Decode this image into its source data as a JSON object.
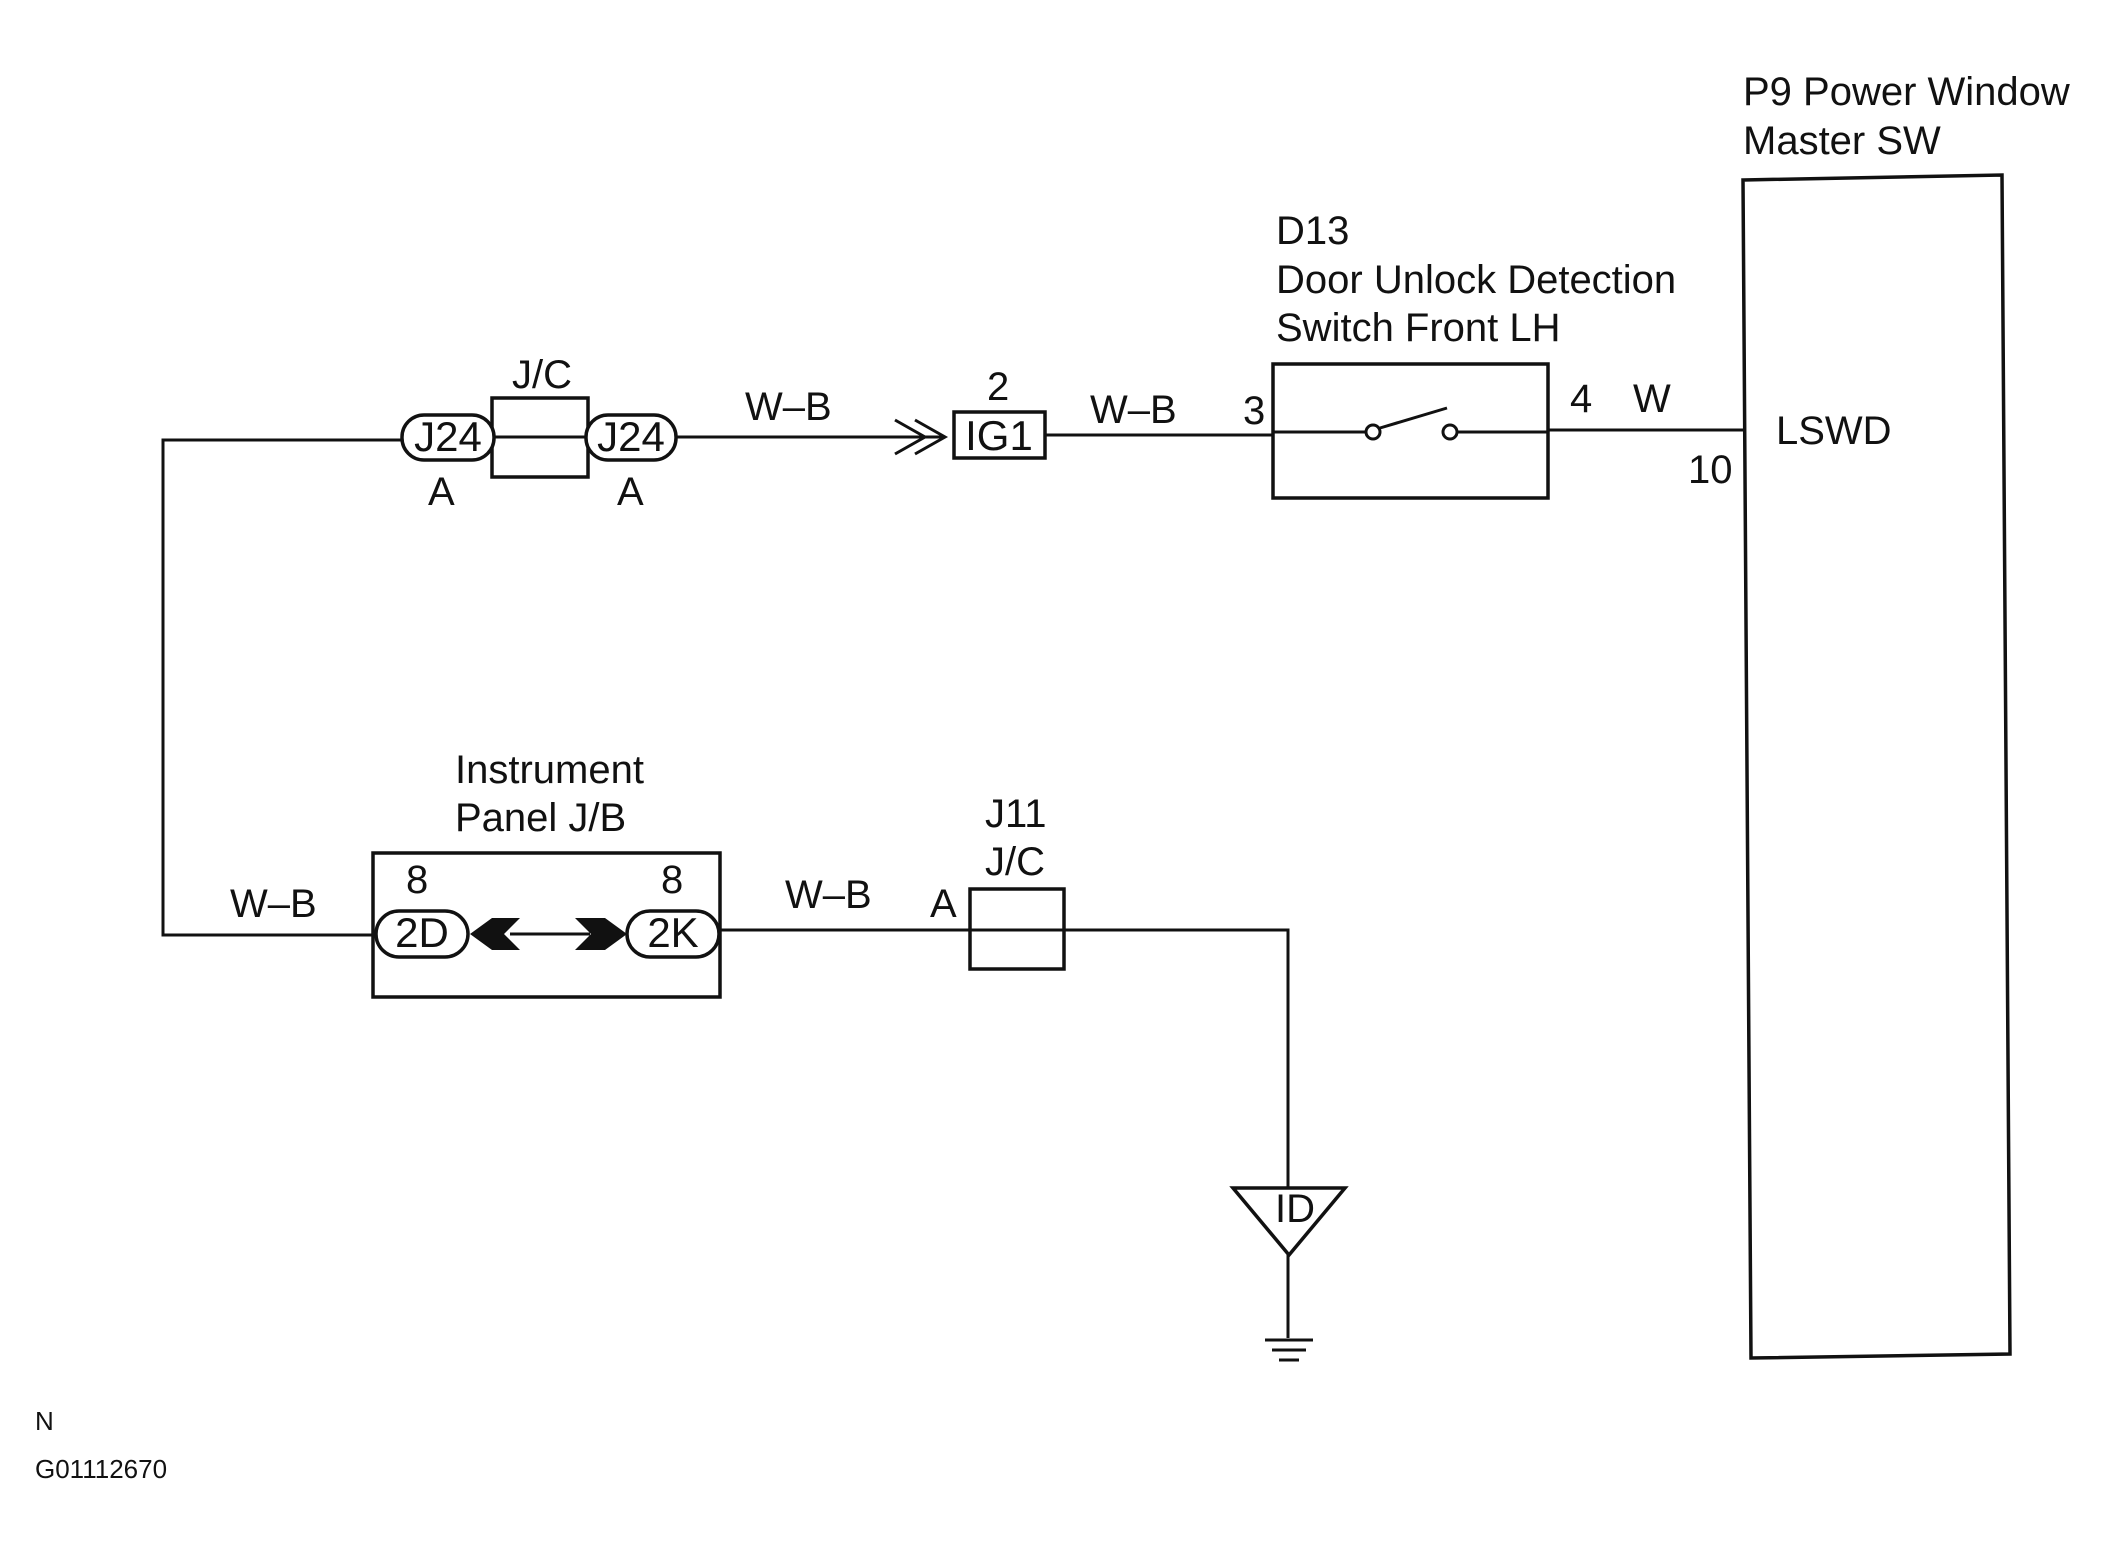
{
  "components": {
    "power_window_master": {
      "title_line1": "P9 Power Window",
      "title_line2": "Master SW",
      "terminal_name": "LSWD",
      "pin": "10"
    },
    "door_unlock_switch": {
      "code": "D13",
      "title_line1": "Door Unlock Detection",
      "title_line2": "Switch Front LH",
      "pin_in": "3",
      "pin_out": "4"
    },
    "junction_top": {
      "label": "J/C",
      "left_connector": "J24",
      "right_connector": "J24",
      "left_pin": "A",
      "right_pin": "A"
    },
    "ig1_connector": {
      "label": "IG1",
      "pin": "2"
    },
    "instrument_panel_jb": {
      "title_line1": "Instrument",
      "title_line2": "Panel J/B",
      "left_connector": "2D",
      "right_connector": "2K",
      "left_pin": "8",
      "right_pin": "8"
    },
    "junction_j11": {
      "code": "J11",
      "label": "J/C",
      "pin": "A"
    },
    "ground": {
      "label": "ID"
    }
  },
  "wires": {
    "jc_to_ig1": "W–B",
    "ig1_to_switch": "W–B",
    "switch_to_master": "W",
    "left_vertical": "W–B",
    "jb_to_j11": "W–B"
  },
  "footer": {
    "code_letter": "N",
    "figure_id": "G01112670"
  }
}
